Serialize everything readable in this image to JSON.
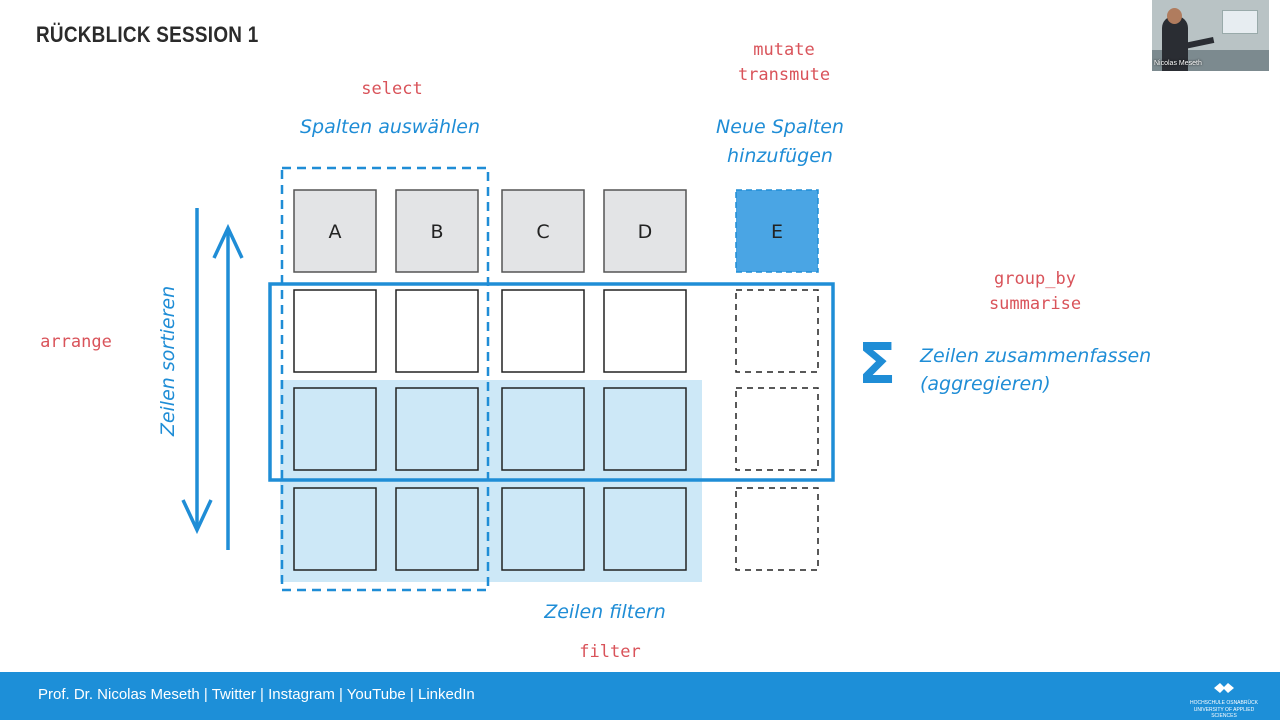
{
  "slide": {
    "title": "RÜCKBLICK SESSION 1"
  },
  "labels": {
    "select_fn": "select",
    "select_desc": "Spalten auswählen",
    "mutate_fn1": "mutate",
    "mutate_fn2": "transmute",
    "mutate_desc1": "Neue Spalten",
    "mutate_desc2": "hinzufügen",
    "arrange_fn": "arrange",
    "arrange_desc": "Zeilen sortieren",
    "group_fn1": "group_by",
    "group_fn2": "summarise",
    "summary_desc1": "Zeilen zusammenfassen",
    "summary_desc2": "(aggregieren)",
    "filter_desc": "Zeilen filtern",
    "filter_fn": "filter",
    "sigma": "Σ"
  },
  "columns": [
    "A",
    "B",
    "C",
    "D",
    "E"
  ],
  "colors": {
    "accent": "#1f8dd6",
    "code": "#d9535a",
    "header_fill": "#e3e4e6",
    "new_column_fill": "#4aa5e4",
    "filtered_fill": "#cde8f7",
    "footer": "#1d8fd8"
  },
  "footer": {
    "author": "Prof. Dr. Nicolas Meseth",
    "links": [
      "Twitter",
      "Instagram",
      "YouTube",
      "LinkedIn"
    ],
    "logo_text1": "HOCHSCHULE OSNABRÜCK",
    "logo_text2": "UNIVERSITY OF APPLIED SCIENCES"
  },
  "webcam": {
    "name": "Nicolas Meseth"
  }
}
